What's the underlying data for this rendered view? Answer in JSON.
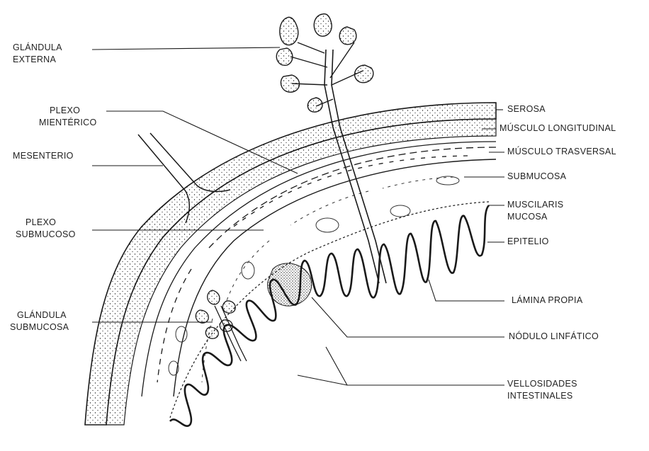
{
  "diagram": {
    "labels": {
      "glandula_externa": [
        "GLÁNDULA",
        "EXTERNA"
      ],
      "plexo_mienterico": [
        "PLEXO",
        "MIENTÉRICO"
      ],
      "mesenterio": [
        "MESENTERIO"
      ],
      "plexo_submucoso": [
        "PLEXO",
        "SUBMUCOSO"
      ],
      "glandula_submucosa": [
        "GLÁNDULA",
        "SUBMUCOSA"
      ],
      "serosa": [
        "SEROSA"
      ],
      "musculo_longitudinal": [
        "MÚSCULO LONGITUDINAL"
      ],
      "musculo_trasversal": [
        "MÚSCULO TRASVERSAL"
      ],
      "submucosa": [
        "SUBMUCOSA"
      ],
      "muscularis_mucosa": [
        "MUSCILARIS",
        "MUCOSA"
      ],
      "epitelio": [
        "EPITELIO"
      ],
      "lamina_propia": [
        "LÁMINA PROPIA"
      ],
      "nodulo_linfatico": [
        "NÓDULO LINFÁTICO"
      ],
      "vellosidades_intestinales": [
        "VELLOSIDADES",
        "INTESTINALES"
      ]
    },
    "colors": {
      "ink": "#1a1a1a",
      "background": "#ffffff"
    }
  }
}
